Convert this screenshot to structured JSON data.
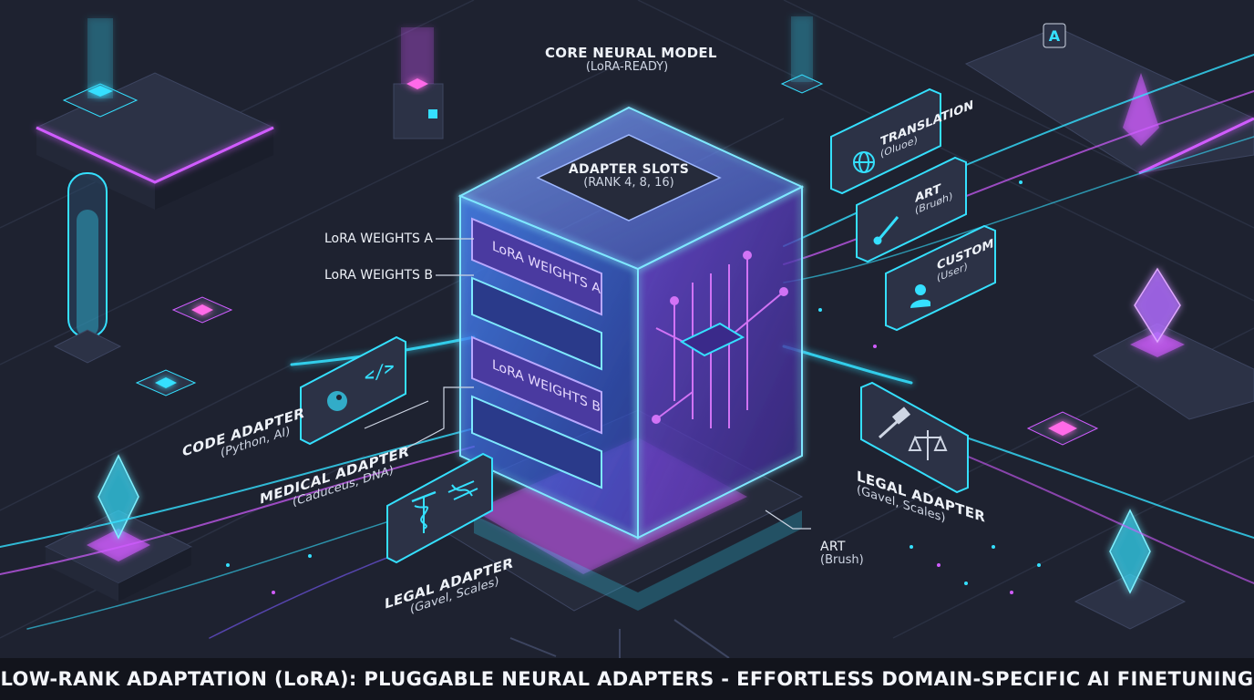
{
  "core": {
    "title": "CORE NEURAL MODEL",
    "subtitle": "(LoRA-READY)"
  },
  "slots": {
    "title": "ADAPTER SLOTS",
    "subtitle": "(RANK 4, 8, 16)"
  },
  "callouts": {
    "weights_a": "LoRA WEIGHTS A",
    "weights_b": "LoRA WEIGHTS B"
  },
  "slabs": {
    "a": "LoRA WEIGHTS A",
    "b": "LoRA WEIGHTS B"
  },
  "adapters_left": {
    "code": {
      "title": "CODE ADAPTER",
      "subtitle": "(Python, AI)"
    },
    "medical": {
      "title": "MEDICAL ADAPTER",
      "subtitle": "(Caduceus, DNA)"
    },
    "legal": {
      "title": "LEGAL ADAPTER",
      "subtitle": "(Gavel, Scales)"
    }
  },
  "adapters_right": {
    "translation": {
      "title": "TRANSLATION",
      "subtitle": "(Oluoe)"
    },
    "art": {
      "title": "ART",
      "subtitle": "(Bruøh)"
    },
    "custom": {
      "title": "CUSTOM",
      "subtitle": "(User)"
    },
    "legal": {
      "title": "LEGAL ADAPTER",
      "subtitle": "(Gavel, Scales)"
    },
    "art_bottom": {
      "title": "ART",
      "subtitle": "(Brush)"
    }
  },
  "tower_badge": "A",
  "banner": "LOW-RANK ADAPTATION (LoRA): PLUGGABLE NEURAL ADAPTERS - EFFORTLESS DOMAIN-SPECIFIC AI FINETUNING",
  "colors": {
    "background": "#1e2230",
    "cyan": "#35e0ff",
    "magenta": "#d05cff",
    "violet": "#7a5cff"
  },
  "icons": [
    "python-icon",
    "code-brackets-icon",
    "caduceus-icon",
    "dna-icon",
    "gavel-icon",
    "scales-icon",
    "globe-icon",
    "brush-icon",
    "user-icon",
    "circuit-icon",
    "crystal-icon"
  ]
}
